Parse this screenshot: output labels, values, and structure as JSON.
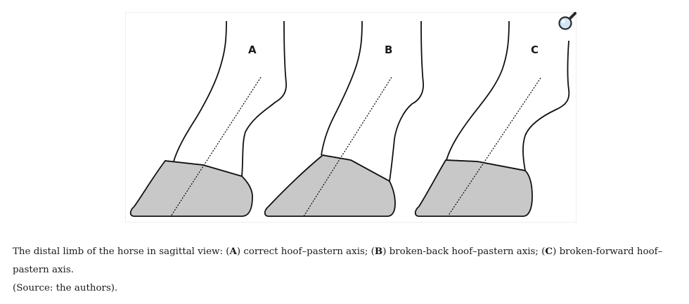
{
  "figure": {
    "panels": [
      {
        "label": "A"
      },
      {
        "label": "B"
      },
      {
        "label": "C"
      }
    ],
    "zoom_icon": "magnifier-icon",
    "colors": {
      "hoof_fill": "#c8c8c8",
      "outline": "#111111"
    }
  },
  "caption": {
    "lead": "The distal limb of the horse in sagittal view: (",
    "a": "A",
    "after_a": ") correct hoof–pastern axis; (",
    "b": "B",
    "after_b": ") broken-back hoof–pastern axis; (",
    "c": "C",
    "after_c": ") broken-forward hoof–pastern axis.",
    "source": "(Source: the authors)."
  }
}
